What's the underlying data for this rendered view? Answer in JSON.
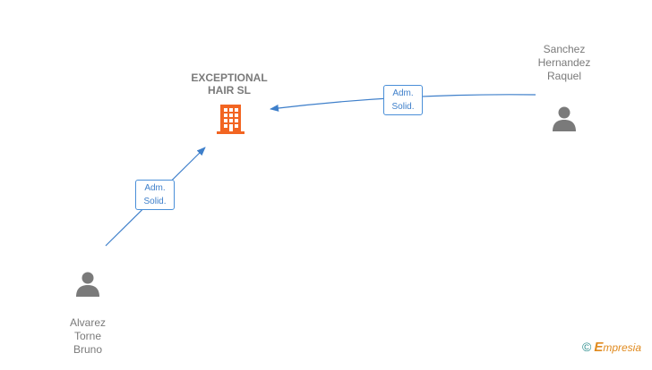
{
  "company": {
    "name": "EXCEPTIONAL\nHAIR  SL",
    "icon": "building-icon",
    "color": "#f26522"
  },
  "people": [
    {
      "name": "Sanchez\nHernandez\nRaquel",
      "icon": "person-icon"
    },
    {
      "name": "Alvarez\nTorne\nBruno",
      "icon": "person-icon"
    }
  ],
  "relations": [
    {
      "from": "Sanchez\nHernandez\nRaquel",
      "to": "EXCEPTIONAL\nHAIR  SL",
      "label": "Adm.\nSolid."
    },
    {
      "from": "Alvarez\nTorne\nBruno",
      "to": "EXCEPTIONAL\nHAIR  SL",
      "label": "Adm.\nSolid."
    }
  ],
  "colors": {
    "edge": "#3e7fca",
    "node_text": "#7a7a7a",
    "person_icon": "#7a7a7a"
  },
  "brand": {
    "copyright": "©",
    "logo_letter": "E",
    "name": "mpresia"
  }
}
